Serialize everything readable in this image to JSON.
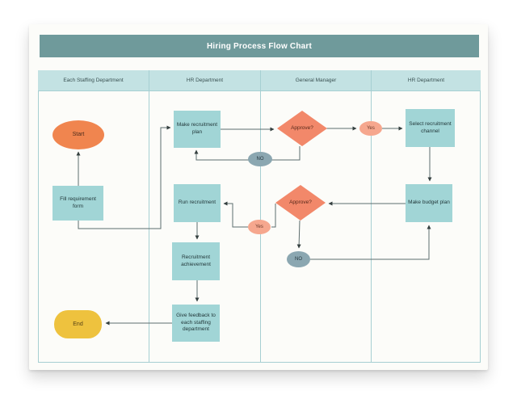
{
  "title_bar": {
    "label": "Hiring Process Flow Chart"
  },
  "lanes": [
    {
      "label": "Each Staffing Department"
    },
    {
      "label": "HR Department"
    },
    {
      "label": "General Manager"
    },
    {
      "label": "HR Department"
    }
  ],
  "nodes": {
    "start": {
      "label": "Start",
      "type": "terminator",
      "lane": "Each Staffing Department"
    },
    "fill_requirement_form": {
      "label": "Fill requirement form",
      "type": "process",
      "lane": "Each Staffing Department"
    },
    "end": {
      "label": "End",
      "type": "terminator",
      "lane": "Each Staffing Department"
    },
    "make_recruitment_plan": {
      "label": "Make recruitment plan",
      "type": "process",
      "lane": "HR Department"
    },
    "run_recruitment": {
      "label": "Run recruitment",
      "type": "process",
      "lane": "HR Department"
    },
    "recruitment_achievement": {
      "label": "Recruitment achievement",
      "type": "process",
      "lane": "HR Department"
    },
    "give_feedback": {
      "label": "Give feedback to each staffing department",
      "type": "process",
      "lane": "HR Department"
    },
    "approve_1": {
      "label": "Approve?",
      "type": "decision",
      "lane": "General Manager"
    },
    "approve_2": {
      "label": "Approve?",
      "type": "decision",
      "lane": "General Manager"
    },
    "select_recruitment_channel": {
      "label": "Select recruitment channel",
      "type": "process",
      "lane": "HR Department"
    },
    "make_budget_plan": {
      "label": "Make budget plan",
      "type": "process",
      "lane": "HR Department"
    },
    "yes_1": {
      "label": "Yes",
      "type": "connector-label"
    },
    "yes_2": {
      "label": "Yes",
      "type": "connector-label"
    },
    "no_1": {
      "label": "NO",
      "type": "connector-label"
    },
    "no_2": {
      "label": "NO",
      "type": "connector-label"
    }
  },
  "edges": [
    {
      "from": "fill_requirement_form",
      "to": "start",
      "label": ""
    },
    {
      "from": "fill_requirement_form",
      "to": "make_recruitment_plan",
      "label": ""
    },
    {
      "from": "make_recruitment_plan",
      "to": "approve_1",
      "label": ""
    },
    {
      "from": "approve_1",
      "to": "select_recruitment_channel",
      "label": "Yes"
    },
    {
      "from": "approve_1",
      "to": "make_recruitment_plan",
      "label": "NO"
    },
    {
      "from": "select_recruitment_channel",
      "to": "make_budget_plan",
      "label": ""
    },
    {
      "from": "make_budget_plan",
      "to": "approve_2",
      "label": ""
    },
    {
      "from": "approve_2",
      "to": "run_recruitment",
      "label": "Yes"
    },
    {
      "from": "approve_2",
      "to": "make_budget_plan",
      "label": "NO"
    },
    {
      "from": "run_recruitment",
      "to": "recruitment_achievement",
      "label": ""
    },
    {
      "from": "recruitment_achievement",
      "to": "give_feedback",
      "label": ""
    },
    {
      "from": "give_feedback",
      "to": "end",
      "label": ""
    }
  ],
  "colors": {
    "title_bar": "#6f9a9b",
    "lane_header": "#c3e2e3",
    "lane_border": "#a6cfd2",
    "process_box": "#a1d5d6",
    "start_shape": "#f0854f",
    "decision_shape": "#f2886a",
    "yes_label": "#f6a78e",
    "no_label": "#8ba7b1",
    "end_shape": "#eec23e",
    "connector": "#5d6e6e"
  }
}
